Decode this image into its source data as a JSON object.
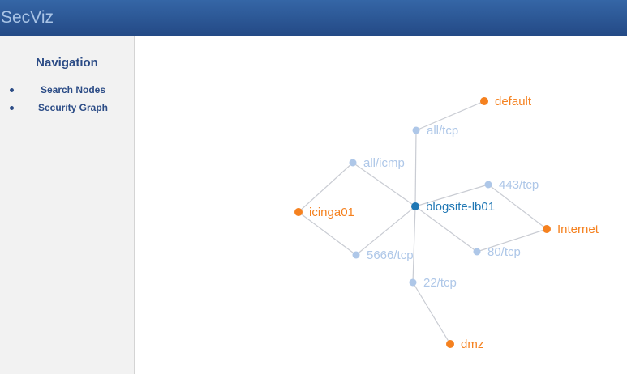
{
  "app": {
    "title": "SecViz"
  },
  "sidebar": {
    "heading": "Navigation",
    "items": [
      {
        "label": "Search Nodes"
      },
      {
        "label": "Security Graph"
      }
    ]
  },
  "graph": {
    "colors": {
      "host": "#f5811f",
      "focus": "#1f77b4",
      "service": "#aec7e8",
      "edge": "#c9ccd3"
    },
    "nodes": [
      {
        "id": "default",
        "label": "default",
        "kind": "host"
      },
      {
        "id": "all-tcp",
        "label": "all/tcp",
        "kind": "service"
      },
      {
        "id": "all-icmp",
        "label": "all/icmp",
        "kind": "service"
      },
      {
        "id": "icinga01",
        "label": "icinga01",
        "kind": "host"
      },
      {
        "id": "blogsite-lb01",
        "label": "blogsite-lb01",
        "kind": "focus"
      },
      {
        "id": "443-tcp",
        "label": "443/tcp",
        "kind": "service"
      },
      {
        "id": "internet",
        "label": "Internet",
        "kind": "host"
      },
      {
        "id": "5666-tcp",
        "label": "5666/tcp",
        "kind": "service"
      },
      {
        "id": "80-tcp",
        "label": "80/tcp",
        "kind": "service"
      },
      {
        "id": "22-tcp",
        "label": "22/tcp",
        "kind": "service"
      },
      {
        "id": "dmz",
        "label": "dmz",
        "kind": "host"
      }
    ],
    "edges": [
      [
        "default",
        "all-tcp"
      ],
      [
        "all-tcp",
        "blogsite-lb01"
      ],
      [
        "icinga01",
        "all-icmp"
      ],
      [
        "all-icmp",
        "blogsite-lb01"
      ],
      [
        "icinga01",
        "5666-tcp"
      ],
      [
        "5666-tcp",
        "blogsite-lb01"
      ],
      [
        "blogsite-lb01",
        "443-tcp"
      ],
      [
        "443-tcp",
        "internet"
      ],
      [
        "blogsite-lb01",
        "80-tcp"
      ],
      [
        "80-tcp",
        "internet"
      ],
      [
        "blogsite-lb01",
        "22-tcp"
      ],
      [
        "22-tcp",
        "dmz"
      ]
    ]
  }
}
